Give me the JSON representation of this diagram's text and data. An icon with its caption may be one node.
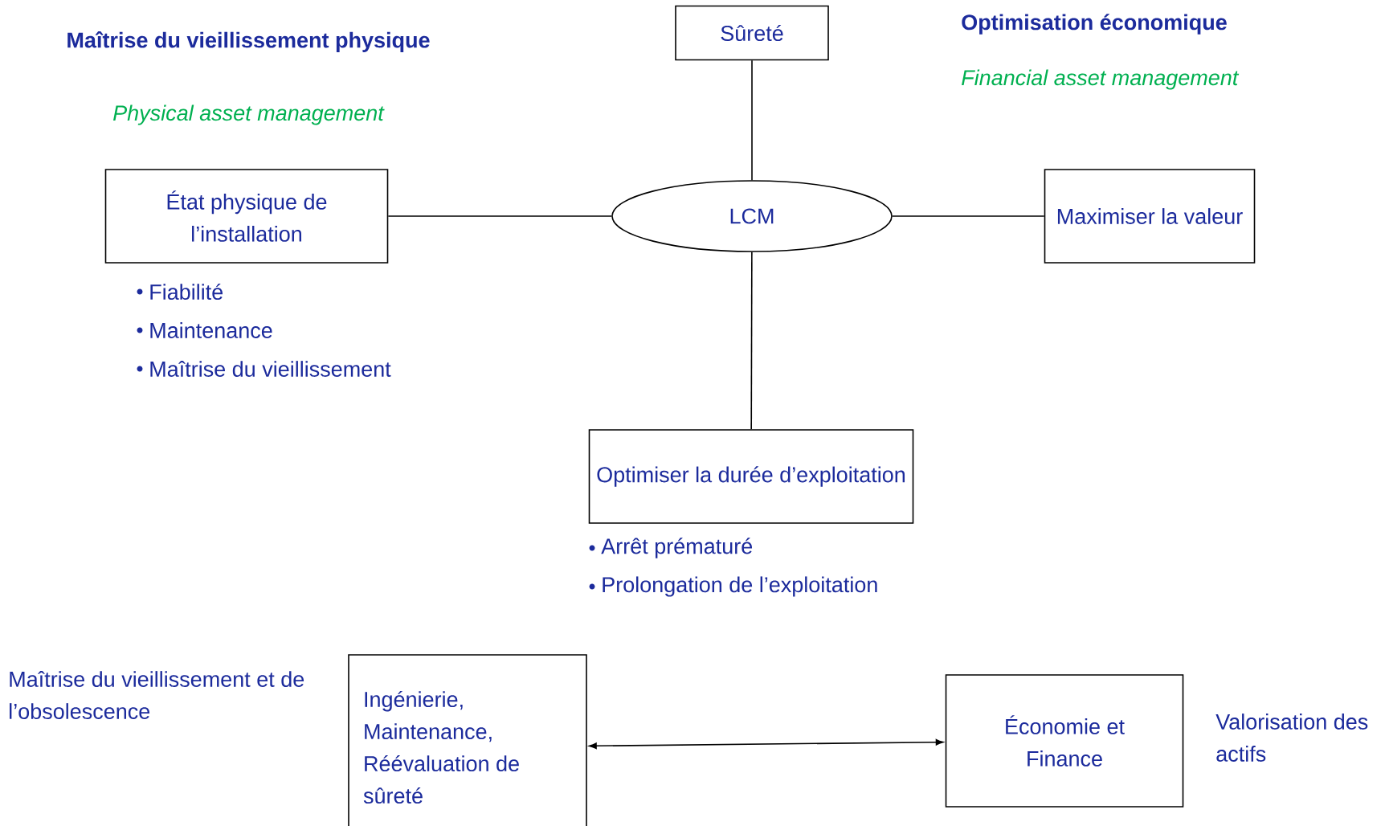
{
  "diagram": {
    "nodes": [
      {
        "text": [
          "Sûreté"
        ]
      },
      {
        "text": [
          "État physique de l’installation"
        ],
        "beside": [
          "Fiabilité",
          "Maintenance",
          "Maîtrise du vieillissement"
        ]
      },
      {
        "text": [
          "LCM"
        ]
      },
      {
        "text": [
          "Maximiser la valeur"
        ]
      },
      {
        "text": [
          "Optimiser la durée d’exploitation"
        ],
        "beside": [
          "Arrêt prématuré",
          "Prolongation de l’exploitation"
        ]
      },
      {
        "text": [
          "Ingénierie, Maintenance, Réévaluation de sûreté"
        ]
      },
      {
        "text": [
          "Économie et Finance"
        ]
      }
    ],
    "edges": [
      {
        "from": 0,
        "to": 2,
        "arrow": "none"
      },
      {
        "from": 1,
        "to": 2,
        "arrow": "none"
      },
      {
        "from": 2,
        "to": 3,
        "arrow": "none"
      },
      {
        "from": 2,
        "to": 4,
        "arrow": "none"
      },
      {
        "from": 5,
        "to": 6,
        "arrow": "both"
      }
    ],
    "labels": [
      "Maîtrise du vieillissement physique",
      "Physical asset management",
      "Optimisation économique",
      "Financial asset management",
      "Maîtrise du vieillissement et de l’obsolescence",
      "Valorisation des actifs"
    ]
  }
}
